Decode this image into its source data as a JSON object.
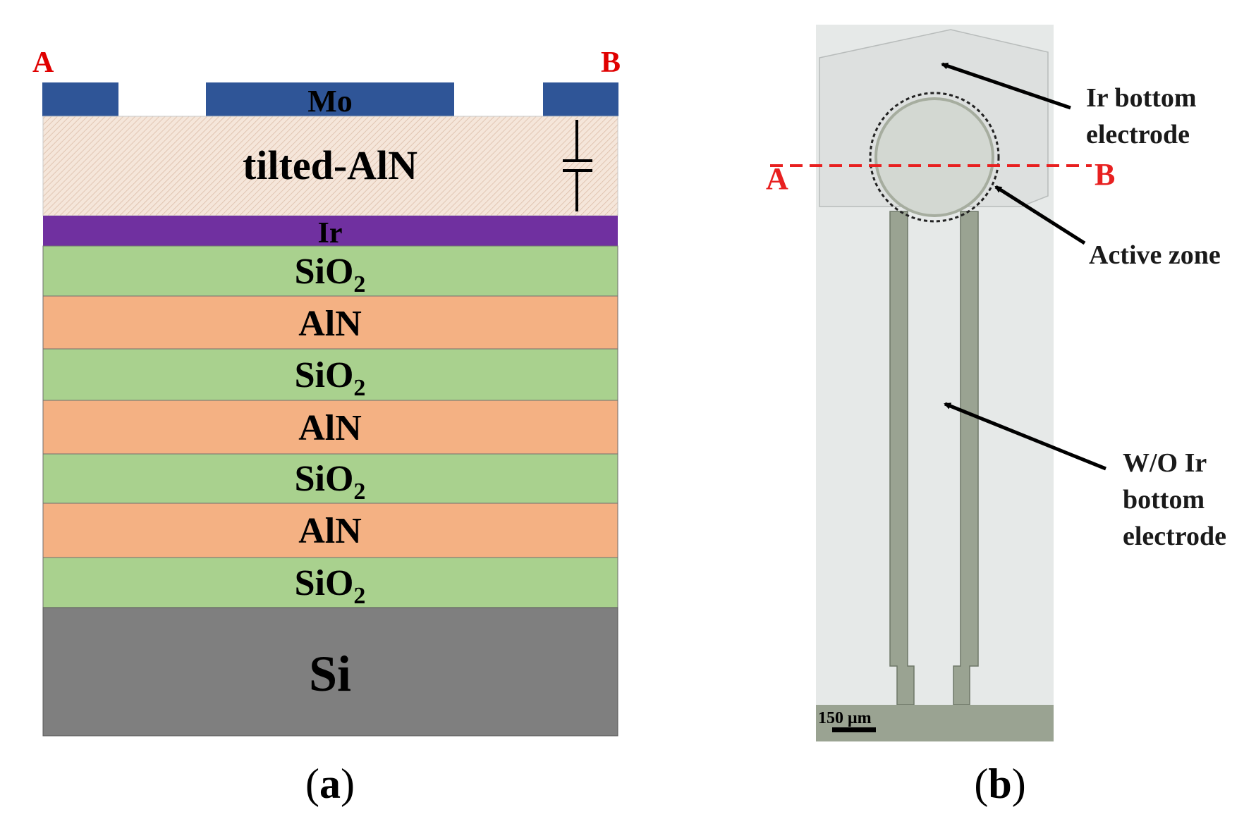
{
  "panel_a": {
    "caption_open": "(",
    "caption_letter": "a",
    "caption_close": ")",
    "point_a": "A",
    "point_b": "B",
    "layers": {
      "mo": "Mo",
      "tilted_aln": "tilted-AlN",
      "ir": "Ir",
      "sio2_1": "SiO",
      "aln_1": "AlN",
      "sio2_2": "SiO",
      "aln_2": "AlN",
      "sio2_3": "SiO",
      "aln_3": "AlN",
      "sio2_4": "SiO",
      "si": "Si"
    },
    "subscript": "2",
    "colors": {
      "mo": "#2f5597",
      "tilted_aln": "#f5e6da",
      "ir": "#7030a0",
      "sio2": "#a9d18e",
      "aln": "#f4b183",
      "si": "#7f7f7f",
      "point_label": "#e00000"
    }
  },
  "panel_b": {
    "caption_open": "(",
    "caption_letter": "b",
    "caption_close": ")",
    "point_a": "A",
    "point_b": "B",
    "annotations": {
      "ir_bottom_line1": "Ir bottom",
      "ir_bottom_line2": "electrode",
      "active_zone": "Active zone",
      "wo_line1": "W/O Ir",
      "wo_line2": "bottom",
      "wo_line3": "electrode"
    },
    "scale_bar": "150 μm",
    "colors": {
      "section_line": "#e82020",
      "background": "#e6e9e8",
      "trace": "#9aa392"
    }
  }
}
